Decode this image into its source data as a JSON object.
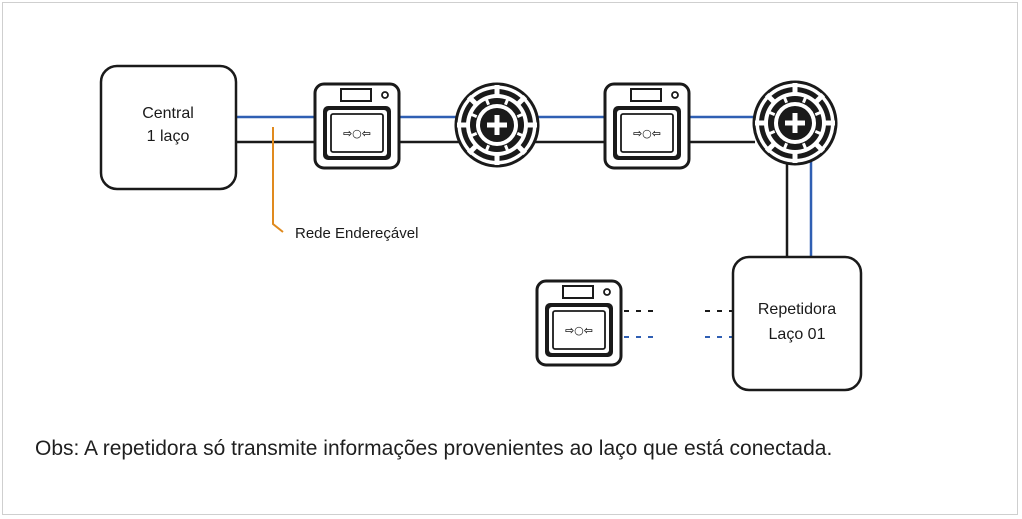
{
  "diagram": {
    "central": {
      "line1": "Central",
      "line2": "1 laço"
    },
    "network_label": "Rede Endereçável",
    "repeater": {
      "line1": "Repetidora",
      "line2": "Laço 01"
    },
    "note": "Obs: A repetidora só transmite informações provenientes ao laço que está conectada."
  },
  "colors": {
    "black_wire": "#1a1a1a",
    "blue_wire": "#2f5fb3",
    "network_callout": "#e08a1e",
    "frame_border": "#cfcfcf"
  },
  "icons": [
    "manual-call-point-icon",
    "smoke-detector-icon"
  ]
}
